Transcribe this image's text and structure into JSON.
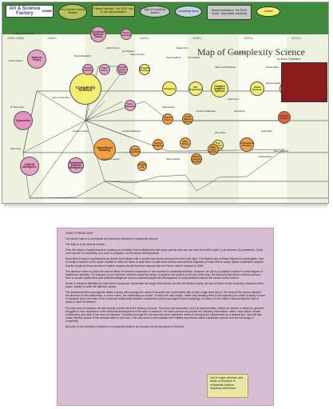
{
  "header": {
    "title_line1": "Art & Science Factory",
    "title_line2": "HOME",
    "boxes": [
      {
        "text": "Art & Science Factory Website",
        "bg": "#b8c35a"
      },
      {
        "text": "© Brian Castellani · ver. 2018 · free to use with permission",
        "bg": "#b8c35a"
      },
      {
        "text": "Map of Complexity Science",
        "bg": "#c9c8c8"
      },
      {
        "text": "Complexity theory",
        "bg": "#c3d3e6"
      },
      {
        "text": "Recent publications · the SACS Toolkit · case-based complexity",
        "bg": "#c9c8c8"
      },
      {
        "text": "Contact",
        "bg": "#f4ee6e"
      }
    ]
  },
  "decades": [
    "1940-1950s",
    "1960's",
    "1970's",
    "1980's",
    "1990's",
    "2000's",
    "2010's"
  ],
  "map_title": "Map of Complexity Science",
  "map_author": "by Brian Castellani",
  "nodes": [
    {
      "key": "systems",
      "label": "Systems Theory",
      "color": "#e8a0c8"
    },
    {
      "key": "complexity",
      "label": "Complexity Science",
      "color": "#f4ee6e"
    },
    {
      "key": "cybernetics",
      "label": "Cybernetics",
      "color": "#e890c0"
    },
    {
      "key": "ai",
      "label": "Artificial Intelligence",
      "color": "#e8a0c8"
    },
    {
      "key": "dynamical",
      "label": "Dynamical Systems Theory",
      "color": "#e8a0c8"
    },
    {
      "key": "cellular",
      "label": "Cellular Automata",
      "color": "#e8a0c8"
    },
    {
      "key": "abm",
      "label": "Agent Based Modeling",
      "color": "#f3a040"
    },
    {
      "key": "distributed",
      "label": "Distributed Artificial Intelligence",
      "color": "#e8a0c8"
    },
    {
      "key": "fractal",
      "label": "Fractal Geometry",
      "color": "#e8a0c8"
    },
    {
      "key": "chaos",
      "label": "Chaos Theory",
      "color": "#e8a0c8"
    },
    {
      "key": "general",
      "label": "General Systems Theory",
      "color": "#e8a0c8"
    },
    {
      "key": "dissipative",
      "label": "Dissipative Structures",
      "color": "#f4ee6e"
    },
    {
      "key": "emergence",
      "label": "Emergence",
      "color": "#f4ee6e"
    },
    {
      "key": "selforg",
      "label": "Self-Organization",
      "color": "#f4ee6e"
    },
    {
      "key": "network",
      "label": "Network Science",
      "color": "#f3a040"
    },
    {
      "key": "sna",
      "label": "Social Network Analysis",
      "color": "#f3a040"
    },
    {
      "key": "cas",
      "label": "Complex Adaptive Systems",
      "color": "#f4ee6e"
    },
    {
      "key": "sociocyb",
      "label": "Socio-Cybernetics",
      "color": "#e8a0c8"
    },
    {
      "key": "computational",
      "label": "Computational Modeling",
      "color": "#f3a040"
    },
    {
      "key": "genetic",
      "label": "Genetic Algorithms",
      "color": "#f3a040"
    },
    {
      "key": "swarm",
      "label": "Swarm Intelligence",
      "color": "#f3a040"
    },
    {
      "key": "datamining",
      "label": "Data Mining",
      "color": "#f3a040"
    },
    {
      "key": "cellabm",
      "label": "Cellular Automata Modeling",
      "color": "#f3a040"
    },
    {
      "key": "postnormal",
      "label": "Post-Normal Science",
      "color": "#f4ee6e"
    },
    {
      "key": "global",
      "label": "Global Networks",
      "color": "#f4ee6e"
    },
    {
      "key": "complexsys",
      "label": "Complex Systems",
      "color": "#e8603c"
    },
    {
      "key": "artlife",
      "label": "Artificial Life",
      "color": "#f3a040"
    },
    {
      "key": "multi",
      "label": "Multi-Agent Modeling",
      "color": "#f3a040"
    },
    {
      "key": "sacs",
      "label": "Case Based Complexity",
      "color": "#f4ee6e"
    }
  ],
  "people": [
    {
      "key": "p1",
      "label": "Ludwig von Bertalanffy"
    },
    {
      "key": "p2",
      "label": "Norbert Wiener"
    },
    {
      "key": "p3",
      "label": "W. Ross Ashby"
    },
    {
      "key": "p4",
      "label": "John von Neumann"
    },
    {
      "key": "p5",
      "label": "Alan Turing"
    },
    {
      "key": "p6",
      "label": "Ilya Prigogine"
    },
    {
      "key": "p7",
      "label": "Herbert Simon"
    },
    {
      "key": "p8",
      "label": "Stuart Kauffman"
    },
    {
      "key": "p9",
      "label": "Niklas Luhmann"
    },
    {
      "key": "p10",
      "label": "Edgar Morin"
    },
    {
      "key": "p11",
      "label": "John Holland"
    },
    {
      "key": "p12",
      "label": "Benoit Mandelbrot"
    },
    {
      "key": "p13",
      "label": "Murray Gell-Mann"
    },
    {
      "key": "p14",
      "label": "Albert-László Barabási"
    },
    {
      "key": "p15",
      "label": "Duncan Watts"
    },
    {
      "key": "p16",
      "label": "Manuel Castells"
    },
    {
      "key": "p17",
      "label": "Fritjof Capra"
    },
    {
      "key": "p18",
      "label": "David Byrne"
    },
    {
      "key": "p19",
      "label": "Nigel Gilbert"
    },
    {
      "key": "p20",
      "label": "Immanuel Wallerstein"
    },
    {
      "key": "p21",
      "label": "Robert Axelrod"
    },
    {
      "key": "p22",
      "label": "Francisco Varela"
    },
    {
      "key": "p23",
      "label": "Humberto Maturana"
    },
    {
      "key": "p24",
      "label": "Christopher Langton"
    },
    {
      "key": "p25",
      "label": "Paul Cilliers"
    },
    {
      "key": "p26",
      "label": "Joshua Epstein"
    },
    {
      "key": "p27",
      "label": "Robert Rosen"
    },
    {
      "key": "p28",
      "label": "Brian Castellani"
    }
  ],
  "howto": {
    "heading": "HOW TO READ MAP:",
    "paragraphs": [
      "The above map is a conceptual and historical overview of complexity science.",
      "The Map is to be read as follows:",
      "First, the Map is roughly historical, working as a timeline that is divided into five major periods that one can read from left to right: 1) all sciences 2) precedents, 3) the core science of complexity, 4) a work in progress, and 5) recent developments.",
      "Each field of study is represented as double lined ellipse with a double lined arrow moving from left to the right. The relative size of these ellipses is meaningless, and is strictly a function of the space needed to write the name of each field. Double lined arrows represent the trajectory of each field of study. Space constraints required that the length of these arrows be limited; readers should therefore assume that all of them extend outward to 2006.",
      "The decision where to place the various fields of research respective to one another is somewhat arbitrary. However, we did try to position relative to some degree of intellectual similarity. For example, those sciences oriented toward the study of systems are located at the top of the map; the sciences that tend to extend outward from or around cybernetics and artificial intelligence and are oriented toward the development of computational method are located at the bottom.",
      "Areas of research identified for each field of study are represented as single lined circles. As with the fields of study, the size of these circles is strictly a function of the space needed to write the different names.",
      "The intellectual links amongst the fields of study and amongst the areas of research are represented with a bold, single lined arrow. The head of the arrow indicates the direction of the relationship. In some cases, the relationship is mutual. To keep the map simple, rather than drawing lines to the trajectory for a field of study or area of research (as in the case of the reciprocal relationship between complexity science and agent based modeling), we draw it to the ellipse representing the field of study or area of research.",
      "For each area of research we also include a short list of the leading scholars. This list is not exhaustive, but it is representative, based on number of citations, general recognition, and importance in the historical development of the area of research. For each scholar we provide the following information: name, short article, known contribution, and what is her area of research. The links amongst the scholars and their respective areas of research are represented by a dashed line. One will also notice that the names of the scholars differ in font size. This was done to demonstrate their relative importance within complexity science and the sociology of complexity.",
      "Because of the diversity of research in complexity science we focused on the key topics in the field."
    ],
    "note": "List of major scholars and areas of research in complexity science including references"
  }
}
